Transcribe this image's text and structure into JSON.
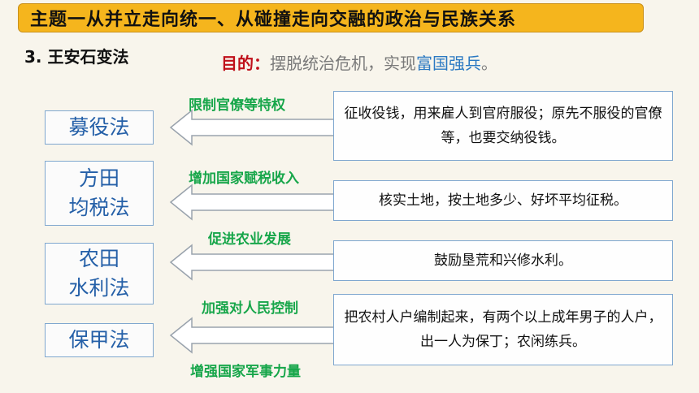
{
  "header": {
    "title": "主题一从并立走向统一、从碰撞走向交融的政治与民族关系"
  },
  "section": {
    "title": "3. 王安石变法"
  },
  "purpose": {
    "label": "目的：",
    "text_before": "摆脱统治危机，实现",
    "highlight": "富国强兵",
    "text_after": "。"
  },
  "laws": [
    {
      "line1": "募役法",
      "line2": "",
      "goal": "限制官僚等特权",
      "desc": "征收役钱，用来雇人到官府服役；原先不服役的官僚等，也要交纳役钱。"
    },
    {
      "line1": "方田",
      "line2": "均税法",
      "goal": "增加国家赋税收入",
      "desc": "核实土地，按土地多少、好坏平均征税。"
    },
    {
      "line1": "农田",
      "line2": "水利法",
      "goal": "促进农业发展",
      "desc": "鼓励垦荒和兴修水利。"
    },
    {
      "line1": "保甲法",
      "line2": "",
      "goal": "加强对人民控制",
      "goal2": "增强国家军事力量",
      "desc": "把农村人户编制起来，有两个以上成年男子的人户，出一人为保丁；农闲练兵。"
    }
  ],
  "colors": {
    "title_bg": "#f5b51d",
    "law_text": "#2560a8",
    "goal_text": "#17a64a",
    "purpose_label": "#c0101a",
    "highlight": "#2b79c2"
  }
}
